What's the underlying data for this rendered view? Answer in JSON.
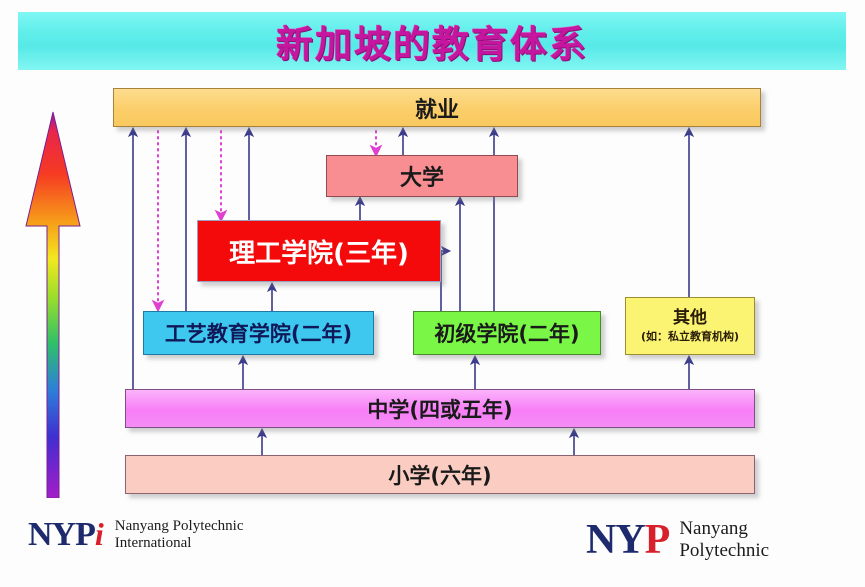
{
  "slide": {
    "title": "新加坡的教育体系",
    "title_color": "#c5169f",
    "banner_color": "#61eeeb",
    "background": "#fdfdfd"
  },
  "nodes": {
    "employment": {
      "label": "就业",
      "fill": "#fbce6a",
      "border": "#a8823a",
      "text_color": "#1a1a1a"
    },
    "university": {
      "label": "大学",
      "fill": "#f98e92",
      "border": "#8f4d52",
      "text_color": "#1a1a1a"
    },
    "polytechnic": {
      "label": "理工学院(三年)",
      "fill": "#f40a0a",
      "border": "#9e9ec0",
      "text_color": "#ffffff"
    },
    "ite": {
      "label": "工艺教育学院(二年)",
      "fill": "#3ec8f0",
      "border": "#2079a3",
      "text_color": "#101858"
    },
    "junior_college": {
      "label": "初级学院(二年)",
      "fill": "#79f646",
      "border": "#4b8a2c",
      "text_color": "#1a1a1a"
    },
    "other": {
      "label": "其他",
      "sublabel": "(如：私立教育机构)",
      "fill": "#fbf472",
      "border": "#9c8e30",
      "text_color": "#2a1d08"
    },
    "secondary": {
      "label": "中学(四或五年)",
      "fill": "#f77ef7",
      "border": "#7d4f86",
      "text_color": "#1a1a1a"
    },
    "primary": {
      "label": "小学(六年)",
      "fill": "#fbcdc2",
      "border": "#8a6472",
      "text_color": "#1a1a1a"
    }
  },
  "connectors": {
    "solid_color": "#3a3a8c",
    "dotted_color": "#e040d0",
    "flows": [
      {
        "from": "secondary",
        "to": "employment",
        "style": "solid"
      },
      {
        "from": "ite",
        "to": "employment",
        "style": "solid"
      },
      {
        "from": "polytechnic",
        "to": "employment",
        "style": "solid"
      },
      {
        "from": "university",
        "to": "employment",
        "style": "solid"
      },
      {
        "from": "junior_college",
        "to": "employment",
        "style": "solid"
      },
      {
        "from": "other",
        "to": "employment",
        "style": "solid"
      },
      {
        "from": "employment",
        "to": "university",
        "style": "dotted"
      },
      {
        "from": "employment",
        "to": "ite",
        "style": "dotted"
      },
      {
        "from": "employment",
        "to": "polytechnic",
        "style": "dotted"
      },
      {
        "from": "polytechnic",
        "to": "university",
        "style": "solid"
      },
      {
        "from": "junior_college",
        "to": "university",
        "style": "solid"
      },
      {
        "from": "junior_college",
        "to": "polytechnic",
        "style": "solid"
      },
      {
        "from": "ite",
        "to": "polytechnic",
        "style": "solid"
      },
      {
        "from": "secondary",
        "to": "ite",
        "style": "solid"
      },
      {
        "from": "secondary",
        "to": "junior_college",
        "style": "solid"
      },
      {
        "from": "secondary",
        "to": "other",
        "style": "solid"
      },
      {
        "from": "primary",
        "to": "secondary",
        "style": "solid"
      }
    ]
  },
  "progress_arrow": {
    "direction": "up",
    "gradient_stops": [
      "#a31fc8",
      "#3f2fd0",
      "#2e7fd8",
      "#2fbf6a",
      "#9ade2a",
      "#f2e81e",
      "#f79a1a",
      "#f63a22",
      "#e8264a",
      "#8c1fa8"
    ]
  },
  "logos": {
    "left": {
      "mark_nyp": "NYP",
      "mark_i": "i",
      "line1": "Nanyang Polytechnic",
      "line2": "International",
      "blue": "#1d2a6e",
      "red": "#d8202a"
    },
    "right": {
      "mark_ny": "NY",
      "mark_p": "P",
      "line1": "Nanyang",
      "line2": "Polytechnic",
      "blue": "#1d2a6e",
      "red": "#d8202a"
    }
  }
}
